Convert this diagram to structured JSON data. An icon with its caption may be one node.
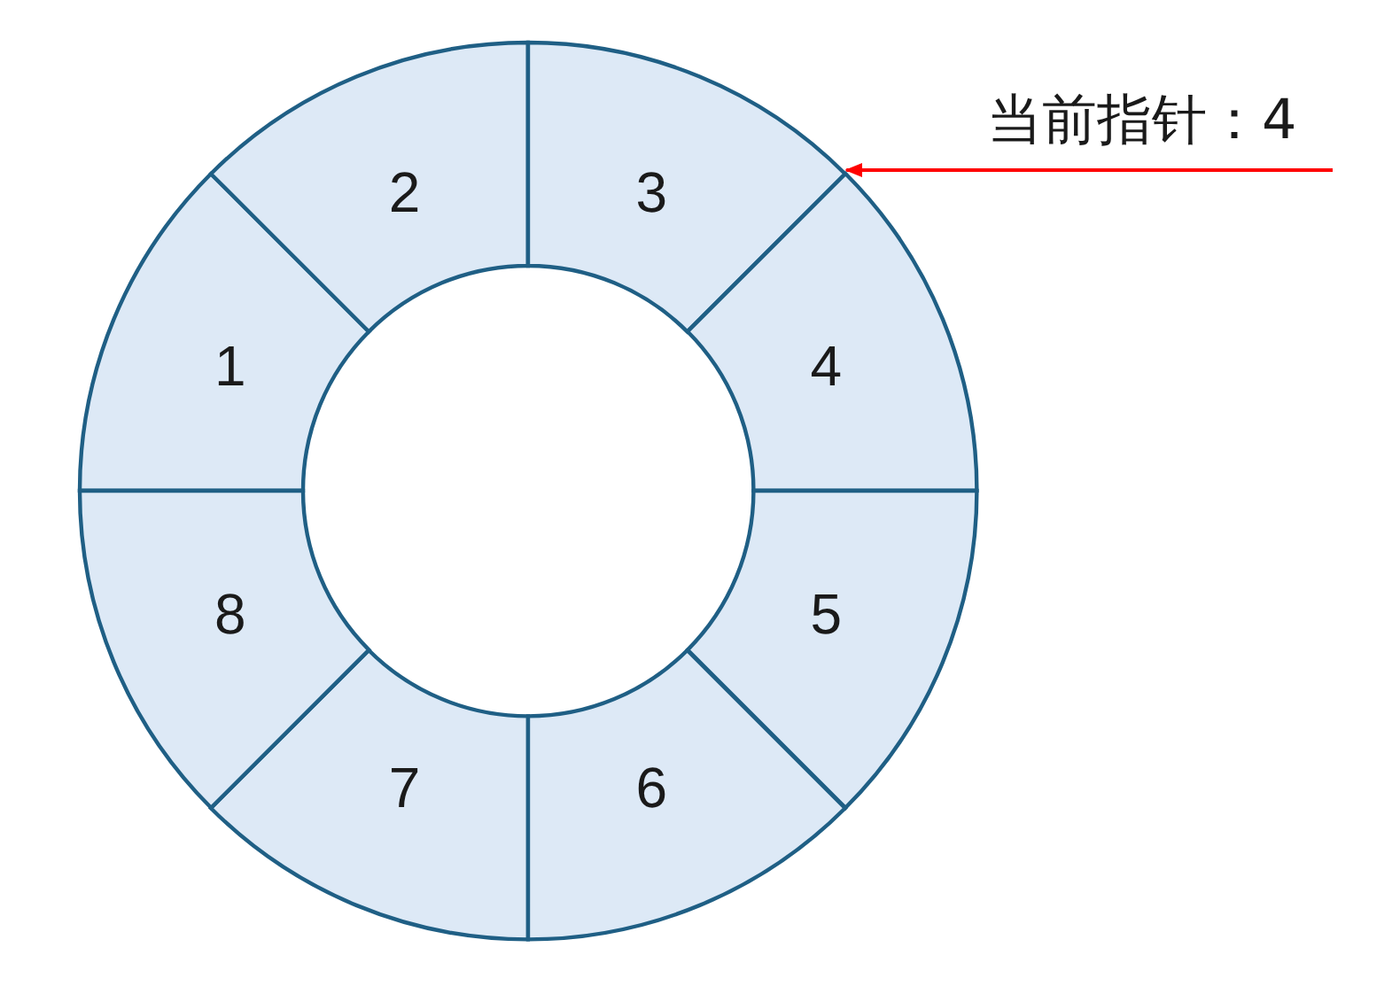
{
  "diagram": {
    "nodes": [
      {
        "text": [
          "1"
        ]
      },
      {
        "text": [
          "2"
        ]
      },
      {
        "text": [
          "3"
        ]
      },
      {
        "text": [
          "4"
        ]
      },
      {
        "text": [
          "5"
        ]
      },
      {
        "text": [
          "6"
        ]
      },
      {
        "text": [
          "7"
        ]
      },
      {
        "text": [
          "8"
        ]
      },
      {
        "text": [
          "当前指针：4"
        ]
      }
    ],
    "edges": [
      {
        "from": 8,
        "to": 2,
        "arrow": "to",
        "color": "#ff0000"
      }
    ]
  }
}
